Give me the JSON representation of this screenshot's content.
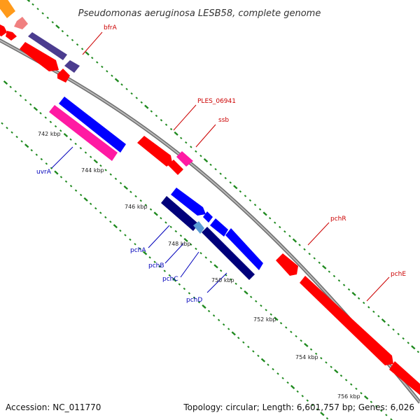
{
  "title": "Pseudomonas aeruginosa LESB58, complete genome",
  "accession_text": "Accession: NC_011770",
  "topology_text": "Topology: circular; Length: 6,601,757 bp; Genes: 6,026",
  "colors": {
    "backbone": "#8a8a8a",
    "dots": "#1f8a1f",
    "red_gene": "#ff0000",
    "blue_gene": "#0000ff",
    "navy_gene": "#00007a",
    "pink_gene": "#ff1aa3",
    "purple_gene": "#4b3c8f",
    "orange_gene": "#ff9a1a",
    "red_label": "#cc0000",
    "blue_label": "#0000bb"
  },
  "ticks": [
    "742 kbp",
    "744 kbp",
    "746 kbp",
    "748 kbp",
    "750 kbp",
    "752 kbp",
    "754 kbp",
    "756 kbp"
  ],
  "gene_labels": {
    "bfrA": "bfrA",
    "PLES_06941": "PLES_06941",
    "ssb": "ssb",
    "pchR": "pchR",
    "pchE": "pchE",
    "uvrA": "uvrA",
    "pchA": "pchA",
    "pchB": "pchB",
    "pchC": "pchC",
    "pchD": "pchD"
  }
}
